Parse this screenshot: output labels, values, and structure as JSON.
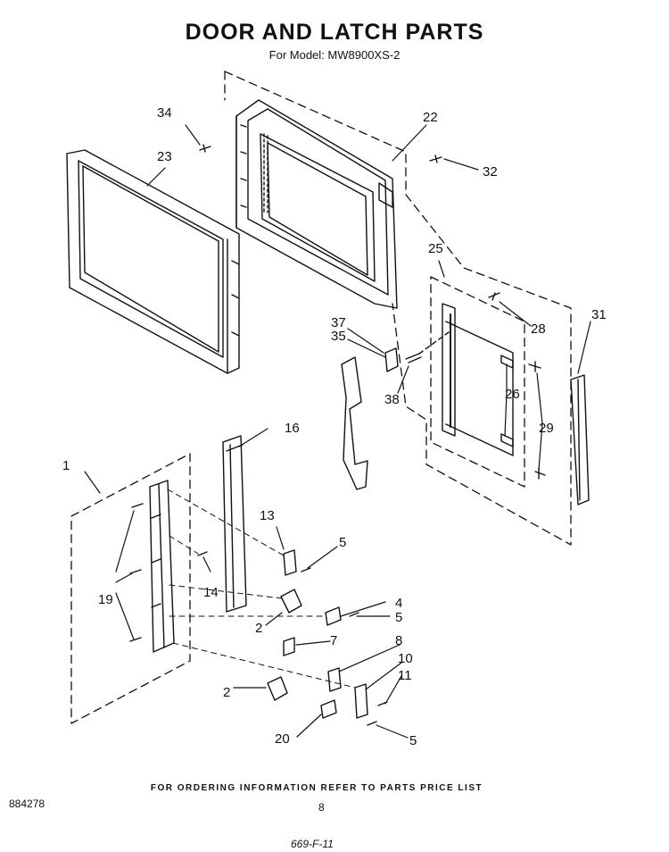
{
  "title": "DOOR AND LATCH PARTS",
  "subtitle": "For Model: MW8900XS-2",
  "footer": {
    "ordering_note": "FOR ORDERING INFORMATION REFER TO PARTS PRICE LIST",
    "doc_number": "884278",
    "page_number": "8",
    "handwritten_note": "669-F-11"
  },
  "callouts": {
    "c1": "1",
    "c2a": "2",
    "c2b": "2",
    "c4": "4",
    "c5a": "5",
    "c5b": "5",
    "c5c": "5",
    "c7": "7",
    "c8": "8",
    "c10": "10",
    "c11": "11",
    "c13": "13",
    "c14": "14",
    "c16": "16",
    "c19": "19",
    "c20": "20",
    "c22": "22",
    "c23": "23",
    "c25": "25",
    "c26": "26",
    "c28": "28",
    "c29": "29",
    "c31": "31",
    "c32": "32",
    "c34": "34",
    "c35": "35",
    "c37": "37",
    "c38": "38"
  }
}
